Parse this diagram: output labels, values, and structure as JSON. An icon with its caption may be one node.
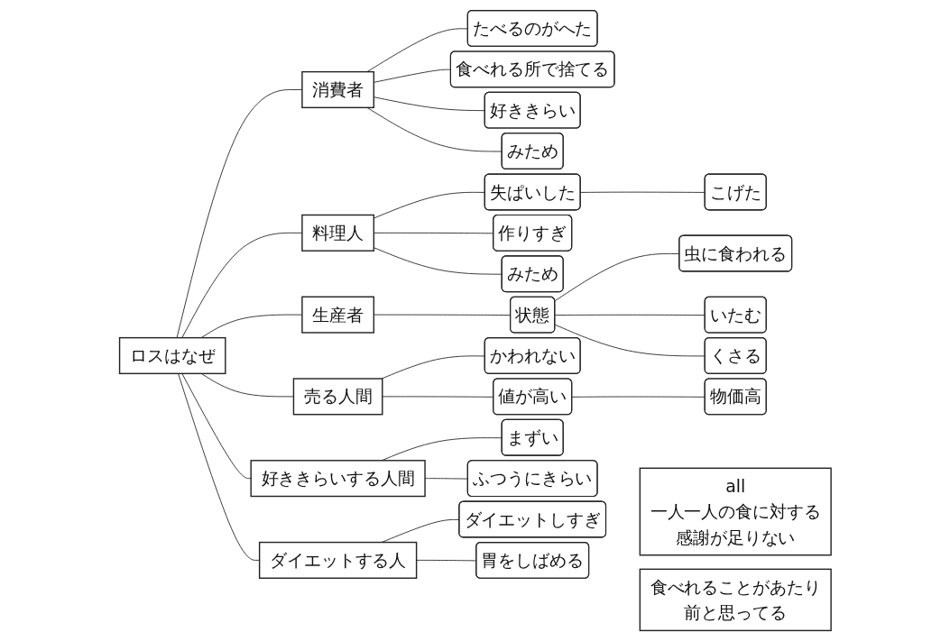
{
  "diagram": {
    "nodes": [
      {
        "text": [
          "ロスはなぜ"
        ]
      },
      {
        "text": [
          "消費者"
        ]
      },
      {
        "text": [
          "たべるのがへた"
        ]
      },
      {
        "text": [
          "食べれる所で捨てる"
        ]
      },
      {
        "text": [
          "好ききらい"
        ]
      },
      {
        "text": [
          "みため"
        ]
      },
      {
        "text": [
          "料理人"
        ]
      },
      {
        "text": [
          "失ぱいした"
        ]
      },
      {
        "text": [
          "こげた"
        ]
      },
      {
        "text": [
          "作りすぎ"
        ]
      },
      {
        "text": [
          "みため"
        ]
      },
      {
        "text": [
          "生産者"
        ]
      },
      {
        "text": [
          "状態"
        ]
      },
      {
        "text": [
          "虫に食われる"
        ]
      },
      {
        "text": [
          "いたむ"
        ]
      },
      {
        "text": [
          "くさる"
        ]
      },
      {
        "text": [
          "売る人間"
        ]
      },
      {
        "text": [
          "かわれない"
        ]
      },
      {
        "text": [
          "値が高い"
        ]
      },
      {
        "text": [
          "物価高"
        ]
      },
      {
        "text": [
          "好ききらいする人間"
        ]
      },
      {
        "text": [
          "まずい"
        ]
      },
      {
        "text": [
          "ふつうにきらい"
        ]
      },
      {
        "text": [
          "ダイエットする人"
        ]
      },
      {
        "text": [
          "ダイエットしすぎ"
        ]
      },
      {
        "text": [
          "胃をしばめる"
        ]
      },
      {
        "text": [
          "all",
          "一人一人の食に対する感謝が足りない"
        ]
      },
      {
        "text": [
          "食べれることがあたり前と思ってる"
        ]
      }
    ],
    "edges": [
      {
        "from": 0,
        "to": 1,
        "arrow": "none"
      },
      {
        "from": 0,
        "to": 6,
        "arrow": "none"
      },
      {
        "from": 0,
        "to": 11,
        "arrow": "none"
      },
      {
        "from": 0,
        "to": 16,
        "arrow": "none"
      },
      {
        "from": 0,
        "to": 20,
        "arrow": "none"
      },
      {
        "from": 0,
        "to": 23,
        "arrow": "none"
      },
      {
        "from": 1,
        "to": 2,
        "arrow": "none"
      },
      {
        "from": 1,
        "to": 3,
        "arrow": "none"
      },
      {
        "from": 1,
        "to": 4,
        "arrow": "none"
      },
      {
        "from": 1,
        "to": 5,
        "arrow": "none"
      },
      {
        "from": 6,
        "to": 7,
        "arrow": "none"
      },
      {
        "from": 7,
        "to": 8,
        "arrow": "none"
      },
      {
        "from": 6,
        "to": 9,
        "arrow": "none"
      },
      {
        "from": 6,
        "to": 10,
        "arrow": "none"
      },
      {
        "from": 11,
        "to": 12,
        "arrow": "none"
      },
      {
        "from": 12,
        "to": 13,
        "arrow": "none"
      },
      {
        "from": 12,
        "to": 14,
        "arrow": "none"
      },
      {
        "from": 12,
        "to": 15,
        "arrow": "none"
      },
      {
        "from": 16,
        "to": 17,
        "arrow": "none"
      },
      {
        "from": 16,
        "to": 18,
        "arrow": "none"
      },
      {
        "from": 18,
        "to": 19,
        "arrow": "none"
      },
      {
        "from": 20,
        "to": 21,
        "arrow": "none"
      },
      {
        "from": 20,
        "to": 22,
        "arrow": "none"
      },
      {
        "from": 23,
        "to": 24,
        "arrow": "none"
      },
      {
        "from": 23,
        "to": 25,
        "arrow": "none"
      }
    ]
  }
}
